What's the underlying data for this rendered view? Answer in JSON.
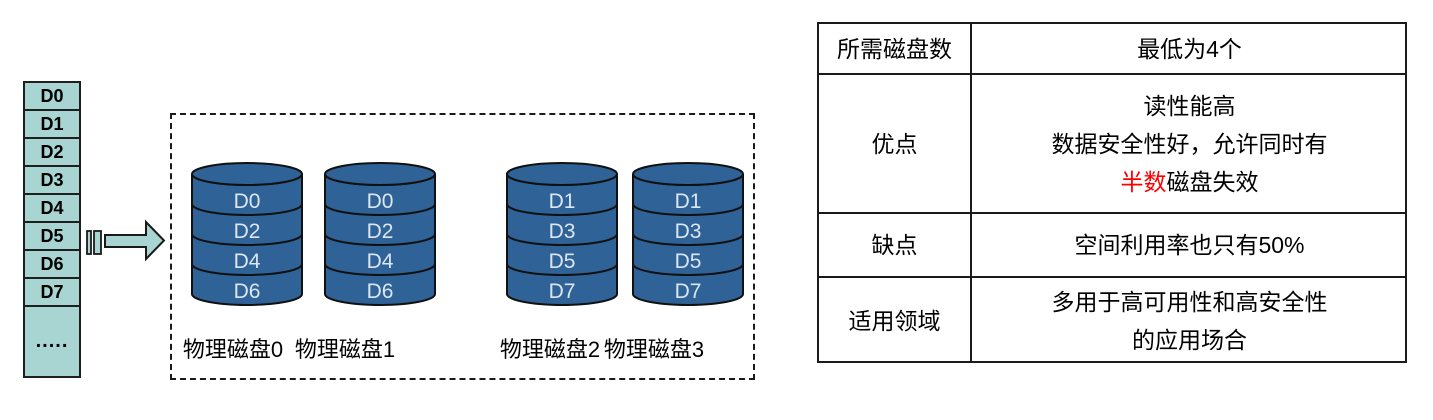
{
  "colors": {
    "cylinder_blue": "#2f6296",
    "accent_teal": "#a8d4d2",
    "highlight_red": "#ff0000"
  },
  "logical_stack": {
    "cells": [
      "D0",
      "D1",
      "D2",
      "D3",
      "D4",
      "D5",
      "D6",
      "D7",
      "....."
    ]
  },
  "disk_group": {
    "disks": [
      {
        "name": "物理磁盘0",
        "blocks": [
          "D0",
          "D2",
          "D4",
          "D6"
        ]
      },
      {
        "name": "物理磁盘1",
        "blocks": [
          "D0",
          "D2",
          "D4",
          "D6"
        ]
      },
      {
        "name": "物理磁盘2",
        "blocks": [
          "D1",
          "D3",
          "D5",
          "D7"
        ]
      },
      {
        "name": "物理磁盘3",
        "blocks": [
          "D1",
          "D3",
          "D5",
          "D7"
        ]
      }
    ]
  },
  "info_table": {
    "rows": [
      {
        "label": "所需磁盘数",
        "value": "最低为4个"
      },
      {
        "label": "优点",
        "value_line1": "读性能高",
        "value_line2": "数据安全性好，允许同时有",
        "value_line3_highlight": "半数",
        "value_line3_rest": "磁盘失效"
      },
      {
        "label": "缺点",
        "value": "空间利用率也只有50%"
      },
      {
        "label": "适用领域",
        "value_line1": "多用于高可用性和高安全性",
        "value_line2": "的应用场合"
      }
    ]
  }
}
